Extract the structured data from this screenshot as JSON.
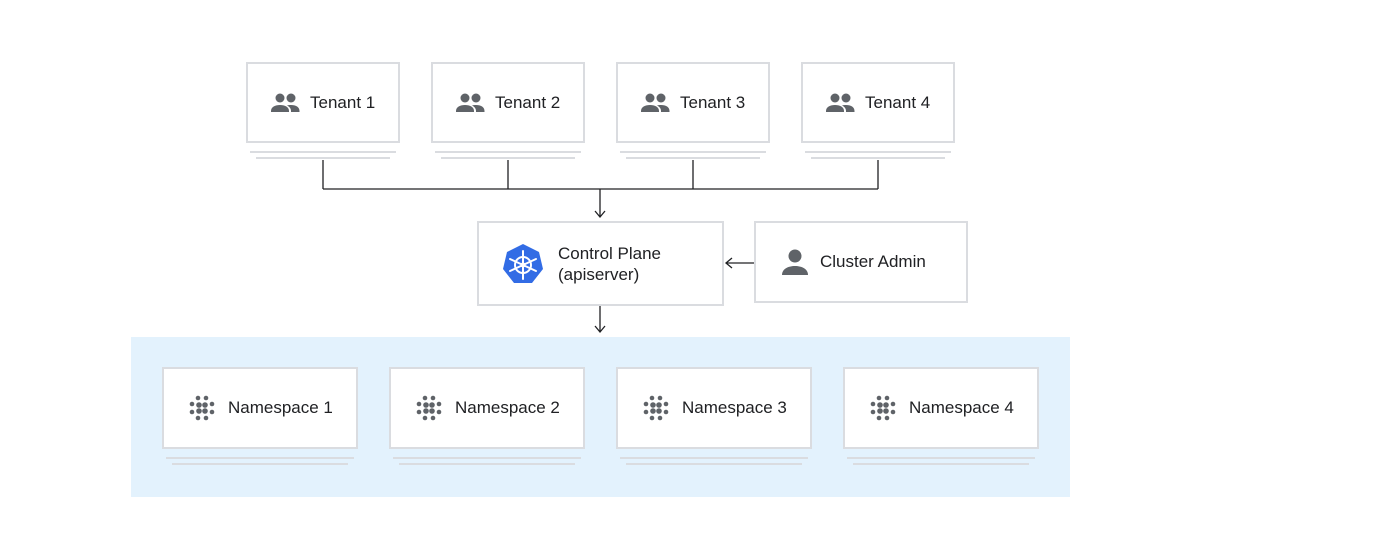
{
  "tenants": [
    {
      "label": "Tenant 1",
      "icon": "group-icon"
    },
    {
      "label": "Tenant 2",
      "icon": "group-icon"
    },
    {
      "label": "Tenant 3",
      "icon": "group-icon"
    },
    {
      "label": "Tenant 4",
      "icon": "group-icon"
    }
  ],
  "control_plane": {
    "line1": "Control Plane",
    "line2": "(apiserver)",
    "icon": "kubernetes-icon",
    "icon_color": "#326ce5"
  },
  "cluster_admin": {
    "label": "Cluster Admin",
    "icon": "person-icon"
  },
  "namespaces": [
    {
      "label": "Namespace 1",
      "icon": "namespace-dots-icon"
    },
    {
      "label": "Namespace 2",
      "icon": "namespace-dots-icon"
    },
    {
      "label": "Namespace 3",
      "icon": "namespace-dots-icon"
    },
    {
      "label": "Namespace 4",
      "icon": "namespace-dots-icon"
    }
  ],
  "colors": {
    "icon_gray": "#5f6368",
    "border": "#dadce0",
    "namespace_area": "#e3f2fd",
    "kubernetes_blue": "#326ce5"
  }
}
